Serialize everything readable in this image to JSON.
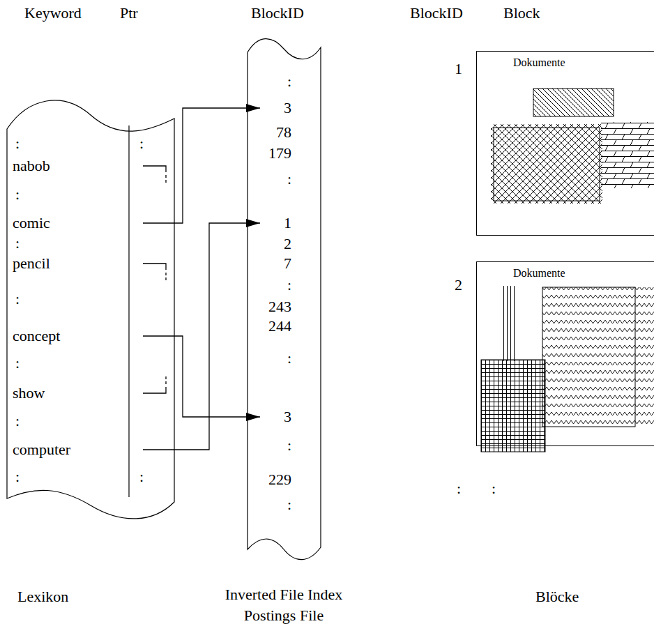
{
  "diagram": {
    "nodes": [
      {
        "text": [
          "Lexikon"
        ]
      },
      {
        "text": [
          "nabob"
        ],
        "in": 0
      },
      {
        "text": [
          "comic"
        ],
        "in": 0
      },
      {
        "text": [
          "pencil"
        ],
        "in": 0
      },
      {
        "text": [
          "concept"
        ],
        "in": 0
      },
      {
        "text": [
          "show"
        ],
        "in": 0
      },
      {
        "text": [
          "computer"
        ],
        "in": 0
      },
      {
        "text": [
          "Inverted File Index",
          "Postings File"
        ]
      },
      {
        "text": [
          "3"
        ],
        "in": 7
      },
      {
        "text": [
          "78"
        ],
        "in": 7
      },
      {
        "text": [
          "179"
        ],
        "in": 7
      },
      {
        "text": [
          "1"
        ],
        "in": 7
      },
      {
        "text": [
          "2"
        ],
        "in": 7
      },
      {
        "text": [
          "7"
        ],
        "in": 7
      },
      {
        "text": [
          "243"
        ],
        "in": 7
      },
      {
        "text": [
          "244"
        ],
        "in": 7
      },
      {
        "text": [
          "3"
        ],
        "in": 7
      },
      {
        "text": [
          "229"
        ],
        "in": 7
      },
      {
        "text": [
          "Dokumente"
        ]
      },
      {
        "text": [
          "Dokumente"
        ]
      }
    ],
    "edges": [
      {
        "from": 2,
        "to": 8,
        "arrow": "to"
      },
      {
        "from": 4,
        "to": 16,
        "arrow": "to"
      },
      {
        "from": 6,
        "to": 11,
        "arrow": "to"
      }
    ],
    "labels": [
      "Keyword",
      "Ptr",
      "BlockID",
      "BlockID",
      "Block",
      ":",
      ":",
      ":",
      ":",
      ":",
      ":",
      ":",
      ":",
      ":",
      ":",
      ":",
      ":",
      ":",
      ":",
      ":",
      "1",
      "2",
      ":",
      ":",
      "Blöcke"
    ]
  }
}
